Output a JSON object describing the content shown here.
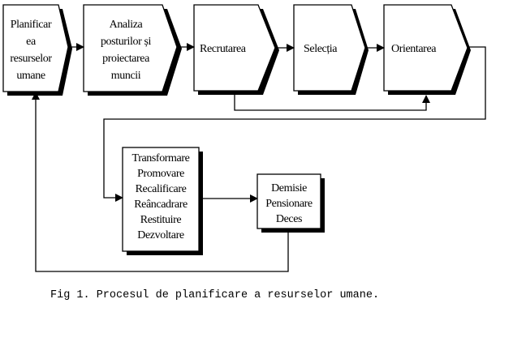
{
  "steps": [
    {
      "lines": [
        "Planificar",
        "ea",
        "resurselor",
        "umane"
      ]
    },
    {
      "lines": [
        "Analiza",
        "posturilor și",
        "proiectarea",
        "muncii"
      ]
    },
    {
      "lines": [
        "Recrutarea"
      ]
    },
    {
      "lines": [
        "Selecția"
      ]
    },
    {
      "lines": [
        "Orientarea"
      ]
    }
  ],
  "development_box": {
    "lines": [
      "Transformare",
      "Promovare",
      "Recalificare",
      "Reâncadrare",
      "Restituire",
      "Dezvoltare"
    ]
  },
  "exit_box": {
    "lines": [
      "Demisie",
      "Pensionare",
      "Deces"
    ]
  },
  "caption": "Fig 1. Procesul de planificare a resurselor umane."
}
